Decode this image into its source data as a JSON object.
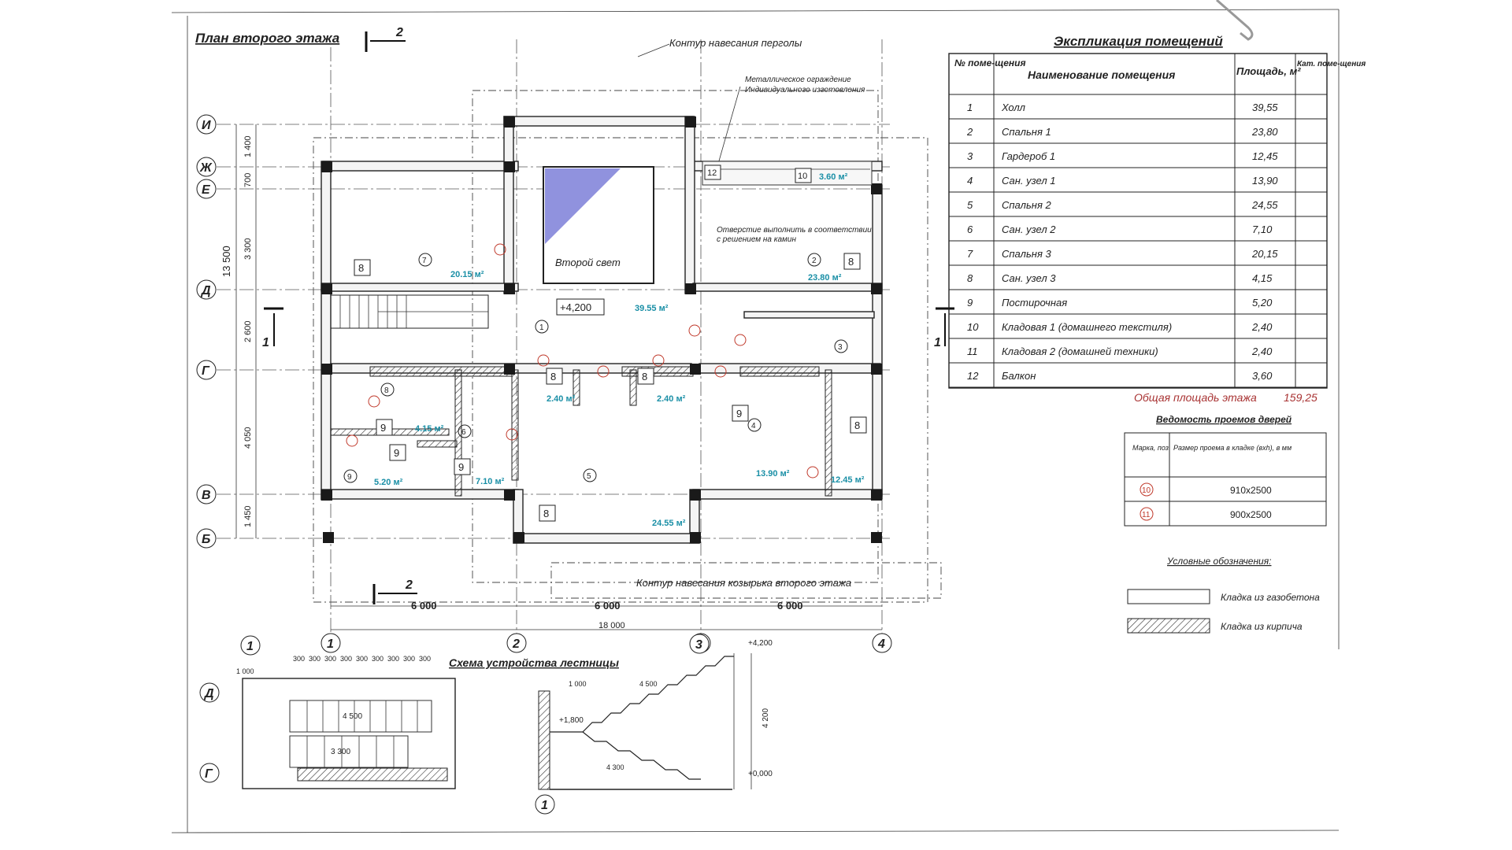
{
  "plan": {
    "title": "План второго этажа",
    "section_mark": "2",
    "pergola_label": "Контур навесания перголы",
    "canopy_label": "Контур навесания козырька второго этажа",
    "fence_label_1": "Металлическое ограждение",
    "fence_label_2": "Индивидуального изготовления",
    "opening_label_1": "Отверстие выполнить в соответствии",
    "opening_label_2": "с решением на камин",
    "second_light": "Второй свет",
    "level": "+4,200",
    "section_side": "1",
    "axes_rows": [
      "И",
      "Ж",
      "Е",
      "Д",
      "Г",
      "В",
      "Б"
    ],
    "axes_cols": [
      "1",
      "2",
      "3",
      "4"
    ],
    "span_dims": [
      "6 000",
      "6 000",
      "6 000"
    ],
    "total_dim": "18 000",
    "height_total": "13 500",
    "row_dims": [
      "1 400",
      "700",
      "3 300",
      "2 600",
      "4 050",
      "1 450"
    ],
    "rooms": [
      {
        "num": "8",
        "circle": "7",
        "area": "20.15 м²"
      },
      {
        "num": "1",
        "area": "39.55 м²"
      },
      {
        "num": "8",
        "circle": "2",
        "area": "23.80 м²"
      },
      {
        "num": "10",
        "area": "3.60 м²"
      },
      {
        "num": "12"
      },
      {
        "num": "9",
        "circle": "8",
        "area": "4.15 м²"
      },
      {
        "num": "9",
        "circle": "6",
        "area": "7.10 м²"
      },
      {
        "num": "9",
        "circle": "9",
        "area": "5.20 м²"
      },
      {
        "num": "8",
        "area": "2.40 м²"
      },
      {
        "num": "8",
        "area": "2.40 м²"
      },
      {
        "num": "8",
        "circle": "5",
        "area": "24.55 м²"
      },
      {
        "num": "9",
        "circle": "4",
        "area": "13.90 м²"
      },
      {
        "num": "8",
        "circle": "3",
        "area": "12.45 м²"
      }
    ]
  },
  "explication": {
    "title": "Экспликация помещений",
    "headers": [
      "№ поме-щения",
      "Наименование помещения",
      "Площадь, м²",
      "Кат. поме-щения"
    ],
    "rows": [
      [
        "1",
        "Холл",
        "39,55"
      ],
      [
        "2",
        "Спальня 1",
        "23,80"
      ],
      [
        "3",
        "Гардероб 1",
        "12,45"
      ],
      [
        "4",
        "Сан. узел 1",
        "13,90"
      ],
      [
        "5",
        "Спальня 2",
        "24,55"
      ],
      [
        "6",
        "Сан. узел 2",
        "7,10"
      ],
      [
        "7",
        "Спальня 3",
        "20,15"
      ],
      [
        "8",
        "Сан. узел 3",
        "4,15"
      ],
      [
        "9",
        "Постирочная",
        "5,20"
      ],
      [
        "10",
        "Кладовая 1 (домашнего текстиля)",
        "2,40"
      ],
      [
        "11",
        "Кладовая 2 (домашней техники)",
        "2,40"
      ],
      [
        "12",
        "Балкон",
        "3,60"
      ]
    ],
    "total_label": "Общая площадь этажа",
    "total_value": "159,25"
  },
  "doors": {
    "title": "Ведомость проемов дверей",
    "headers": [
      "Марка, поз",
      "Размер проема в кладке (вхh), в мм"
    ],
    "rows": [
      [
        "10",
        "910х2500"
      ],
      [
        "11",
        "900х2500"
      ]
    ]
  },
  "legend": {
    "title": "Условные обозначения:",
    "items": [
      "Кладка из газобетона",
      "Кладка из кирпича"
    ]
  },
  "stairs": {
    "title": "Схема устройства лестницы",
    "axes": [
      "1",
      "Д",
      "Г"
    ],
    "dims_top": [
      "1 000",
      "300",
      "300",
      "300",
      "300",
      "300",
      "300",
      "300",
      "300",
      "300"
    ],
    "run1": "4 500",
    "run2": "3 300",
    "run3": "4 300",
    "landing": "+1,800",
    "top_level": "+4,200",
    "bottom_level": "+0,000",
    "height": "4 200",
    "sec_dim": "4 500"
  },
  "colors": {
    "ink": "#222222",
    "area": "#1a8fa6",
    "door": "#c0392b",
    "paper": "#ffffff"
  }
}
